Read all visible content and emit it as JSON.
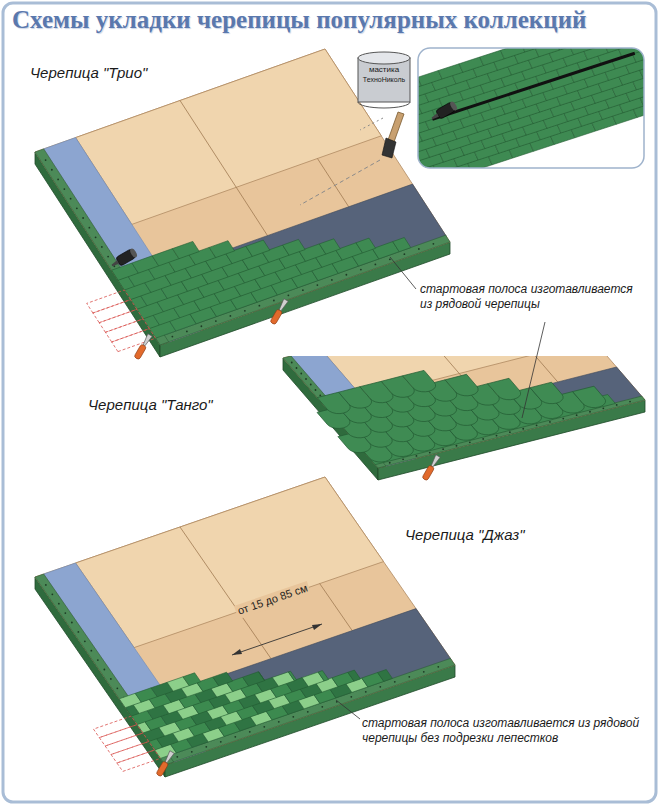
{
  "diagram": {
    "title": "Схемы укладки черепицы популярных коллекций",
    "labels": [
      "Черепица \"Трио\"",
      "мастика",
      "ТехноНиколь",
      "стартовая полоса изготавливается из рядовой черепицы",
      "Черепица \"Танго\"",
      "Черепица \"Джаз\"",
      "от 15 до 85 см",
      "стартовая полоса изготавливается из рядовой черепицы без подрезки лепестков"
    ]
  }
}
